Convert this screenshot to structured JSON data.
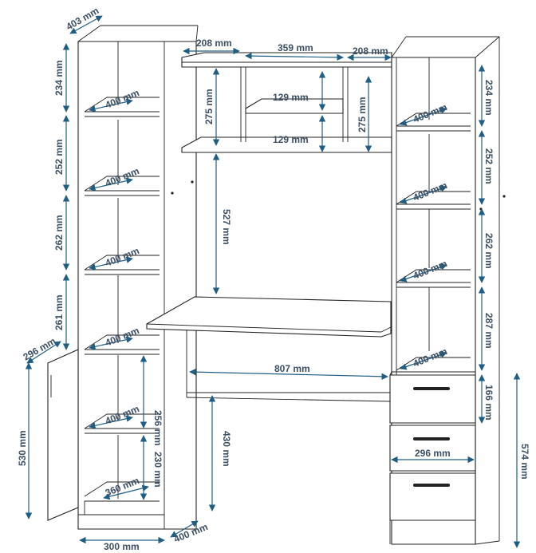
{
  "dimensions": {
    "left_tower_depth": "403 mm",
    "hutch_side_left": "208 mm",
    "hutch_middle": "359 mm",
    "hutch_side_right": "208 mm",
    "left_h1": "234 mm",
    "left_h2": "252 mm",
    "left_h3": "262 mm",
    "left_h4": "261 mm",
    "left_door_depth": "296 mm",
    "left_door_height": "530 mm",
    "left_shelf_1": "400 mm",
    "left_shelf_2": "400 mm",
    "left_shelf_3": "400 mm",
    "left_shelf_4": "400 mm",
    "left_shelf_5": "400 mm",
    "left_inner_1": "256 mm",
    "left_inner_2": "230 mm",
    "left_inner_depth": "360 mm",
    "left_base_width": "300 mm",
    "left_base_depth": "400 mm",
    "hutch_left_height": "275 mm",
    "hutch_right_height": "275 mm",
    "hutch_niche_1": "129 mm",
    "hutch_niche_2": "129 mm",
    "hutch_clearance": "527 mm",
    "desk_width": "807 mm",
    "desk_under_height": "430 mm",
    "right_h1": "234 mm",
    "right_h2": "252 mm",
    "right_h3": "262 mm",
    "right_h4": "287 mm",
    "right_h5": "166 mm",
    "right_shelf_1": "400 mm",
    "right_shelf_2": "400 mm",
    "right_shelf_3": "400 mm",
    "right_shelf_4": "400 mm",
    "drawer_width": "296 mm",
    "right_total_height": "574 mm"
  }
}
